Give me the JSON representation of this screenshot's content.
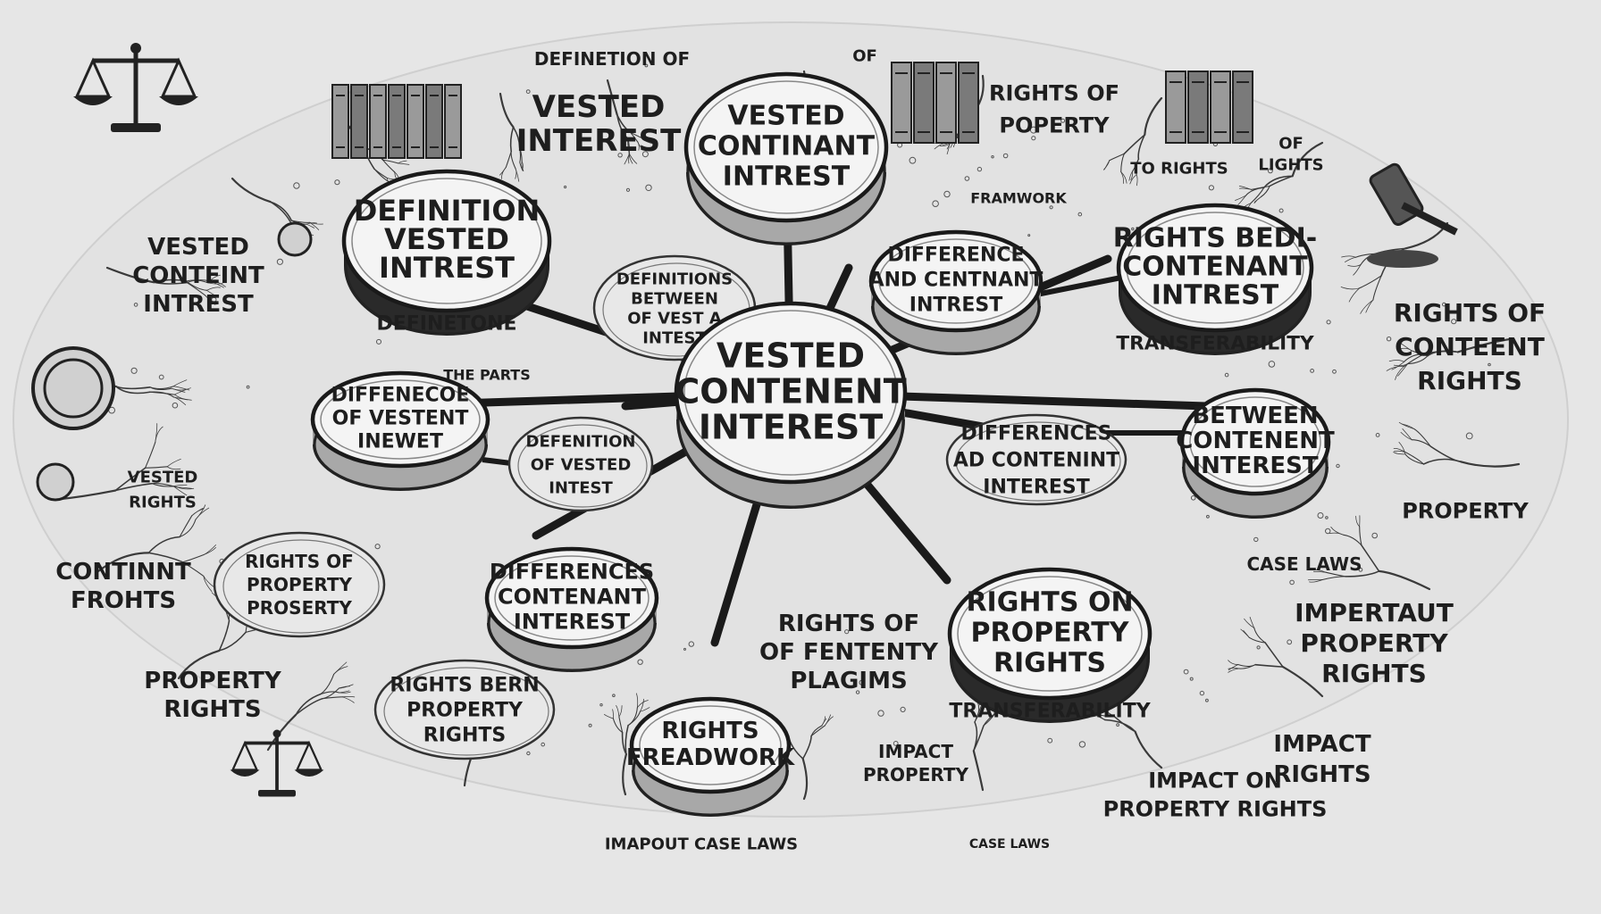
{
  "center": {
    "lines": [
      "VESTED",
      "CONTENENT",
      "INTEREST"
    ]
  },
  "bubbles": [
    {
      "id": "top",
      "lines": [
        "VESTED",
        "CONTINANT",
        "INTREST"
      ],
      "band": ""
    },
    {
      "id": "definition",
      "lines": [
        "DEFINITION",
        "VESTED",
        "INTREST"
      ],
      "band": "DEFINETONE"
    },
    {
      "id": "difference",
      "lines": [
        "DIFFERENCE",
        "AND CENTNANT",
        "INTREST"
      ],
      "band": ""
    },
    {
      "id": "rights-bedi",
      "lines": [
        "RIGHTS BEDI-",
        "CONTENANT",
        "INTREST"
      ],
      "band": "TRANSFERABILITY"
    },
    {
      "id": "diffenece",
      "lines": [
        "DIFFENECOE",
        "OF VESTENT",
        "INEWET"
      ],
      "band": ""
    },
    {
      "id": "between",
      "lines": [
        "BETWEEN",
        "CONTENENT",
        "INTEREST"
      ],
      "band": ""
    },
    {
      "id": "differences-bl",
      "lines": [
        "DIFFERENCES",
        "CONTENANT",
        "INTEREST"
      ],
      "band": ""
    },
    {
      "id": "rights-on",
      "lines": [
        "RIGHTS ON",
        "PROPERTY",
        "RIGHTS"
      ],
      "band": "TRANSFERABILITY"
    },
    {
      "id": "freadwork",
      "lines": [
        "RIGHTS",
        "FREADWORK"
      ],
      "band": ""
    }
  ],
  "callouts": [
    {
      "id": "definiti-between",
      "lines": [
        "DEFINITIONS",
        "BETWEEN",
        "OF VEST A",
        "INTEST"
      ]
    },
    {
      "id": "defenition-vested",
      "lines": [
        "DEFENITION",
        "OF VESTED",
        "INTEST"
      ]
    },
    {
      "id": "differences-right",
      "lines": [
        "DIFFERENCES",
        "AD CONTENINT",
        "INTEREST"
      ]
    },
    {
      "id": "rights-of-property",
      "lines": [
        "RIGHTS OF",
        "PROPERTY",
        "PROSERTY"
      ]
    },
    {
      "id": "rights-bern",
      "lines": [
        "RIGHTS BERN",
        "PROPERTY",
        "RIGHTS"
      ]
    }
  ],
  "labels": [
    {
      "id": "definetion-of",
      "lines": [
        "DEFINETION OF"
      ]
    },
    {
      "id": "of-top",
      "lines": [
        "OF"
      ]
    },
    {
      "id": "vested-interest-top",
      "lines": [
        "VESTED",
        "INTEREST"
      ]
    },
    {
      "id": "rights-of-poperty",
      "lines": [
        "RIGHTS OF",
        "POPERTY"
      ]
    },
    {
      "id": "of-lights",
      "lines": [
        "OF",
        "LIGHTS"
      ]
    },
    {
      "id": "to-rights",
      "lines": [
        "TO RIGHTS"
      ]
    },
    {
      "id": "framwork",
      "lines": [
        "FRAMWORK"
      ]
    },
    {
      "id": "vested-conteint",
      "lines": [
        "VESTED",
        "CONTEINT",
        "INTREST"
      ]
    },
    {
      "id": "the-parts",
      "lines": [
        "THE PARTS"
      ]
    },
    {
      "id": "vested-rights",
      "lines": [
        "VESTED",
        "RIGHTS"
      ]
    },
    {
      "id": "continnt-frohts",
      "lines": [
        "CONTINNT",
        "FROHTS"
      ]
    },
    {
      "id": "property-rights-left",
      "lines": [
        "PROPERTY",
        "RIGHTS"
      ]
    },
    {
      "id": "rights-of-content",
      "lines": [
        "RIGHTS OF",
        "CONTEENT",
        "RIGHTS"
      ]
    },
    {
      "id": "property-right",
      "lines": [
        "PROPERTY"
      ]
    },
    {
      "id": "case-laws-right",
      "lines": [
        "CASE LAWS"
      ]
    },
    {
      "id": "impertaut",
      "lines": [
        "IMPERTAUT",
        "PROPERTY",
        "RIGHTS"
      ]
    },
    {
      "id": "rights-of-fententy",
      "lines": [
        "RIGHTS OF",
        "OF FENTENTY",
        "PLAGIMS"
      ]
    },
    {
      "id": "impact-property",
      "lines": [
        "IMPACT",
        "PROPERTY"
      ]
    },
    {
      "id": "impact-rights",
      "lines": [
        "IMPACT",
        "RIGHTS"
      ]
    },
    {
      "id": "impact-on-property",
      "lines": [
        "IMPACT ON",
        "PROPERTY RIGHTS"
      ]
    },
    {
      "id": "impaout-case-laws",
      "lines": [
        "IMAPOUT CASE LAWS"
      ]
    },
    {
      "id": "case-laws-bottom",
      "lines": [
        "CASE LAWS"
      ]
    }
  ]
}
